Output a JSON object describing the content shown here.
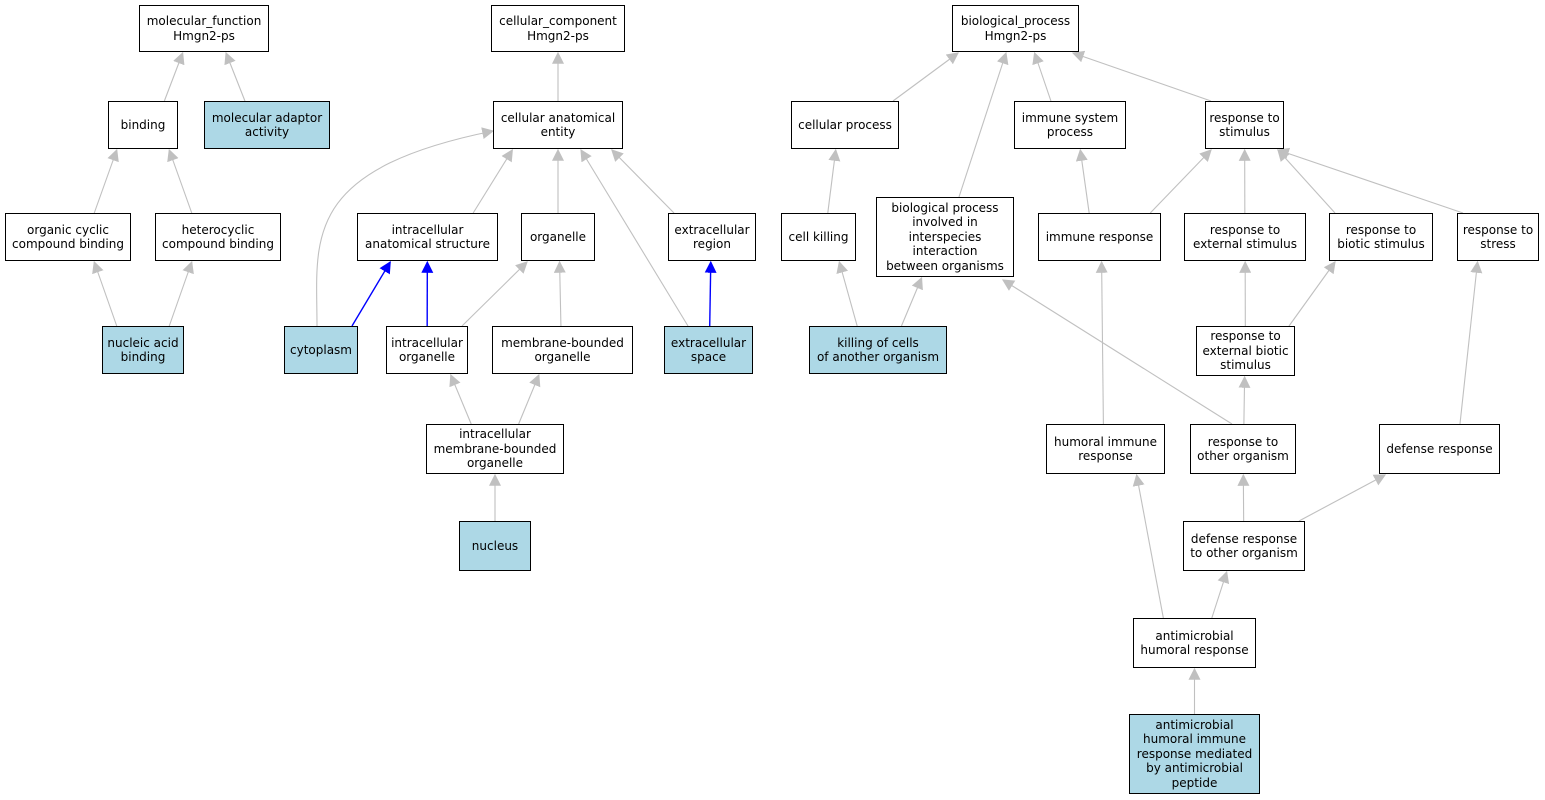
{
  "colors": {
    "highlight": "#add8e6",
    "edge_gray": "#c0c0c0",
    "edge_blue": "#0000ff"
  },
  "nodes": [
    {
      "id": "mf",
      "label": "molecular_function\nHmgn2-ps",
      "hl": false
    },
    {
      "id": "binding",
      "label": "binding",
      "hl": false
    },
    {
      "id": "adaptor",
      "label": "molecular adaptor\nactivity",
      "hl": true
    },
    {
      "id": "ocb",
      "label": "organic cyclic\ncompound binding",
      "hl": false
    },
    {
      "id": "hcb",
      "label": "heterocyclic\ncompound binding",
      "hl": false
    },
    {
      "id": "nab",
      "label": "nucleic acid\nbinding",
      "hl": true
    },
    {
      "id": "cc",
      "label": "cellular_component\nHmgn2-ps",
      "hl": false
    },
    {
      "id": "cae",
      "label": "cellular anatomical\nentity",
      "hl": false
    },
    {
      "id": "ias",
      "label": "intracellular\nanatomical structure",
      "hl": false
    },
    {
      "id": "organelle",
      "label": "organelle",
      "hl": false
    },
    {
      "id": "extreg",
      "label": "extracellular\nregion",
      "hl": false
    },
    {
      "id": "cytoplasm",
      "label": "cytoplasm",
      "hl": true
    },
    {
      "id": "intorg",
      "label": "intracellular\norganelle",
      "hl": false
    },
    {
      "id": "mbo",
      "label": "membrane-bounded\norganelle",
      "hl": false
    },
    {
      "id": "extspace",
      "label": "extracellular\nspace",
      "hl": true
    },
    {
      "id": "imbo",
      "label": "intracellular\nmembrane-bounded\norganelle",
      "hl": false
    },
    {
      "id": "nucleus",
      "label": "nucleus",
      "hl": true
    },
    {
      "id": "bp",
      "label": "biological_process\nHmgn2-ps",
      "hl": false
    },
    {
      "id": "cellproc",
      "label": "cellular process",
      "hl": false
    },
    {
      "id": "immsys",
      "label": "immune system\nprocess",
      "hl": false
    },
    {
      "id": "rts",
      "label": "response to\nstimulus",
      "hl": false
    },
    {
      "id": "cellkill",
      "label": "cell killing",
      "hl": false
    },
    {
      "id": "bpii",
      "label": "biological process\ninvolved in\ninterspecies\ninteraction\nbetween organisms",
      "hl": false
    },
    {
      "id": "immresp",
      "label": "immune response",
      "hl": false
    },
    {
      "id": "rtes",
      "label": "response to\nexternal stimulus",
      "hl": false
    },
    {
      "id": "rtbs",
      "label": "response to\nbiotic stimulus",
      "hl": false
    },
    {
      "id": "rtstress",
      "label": "response to\nstress",
      "hl": false
    },
    {
      "id": "killing",
      "label": "killing of cells\nof another organism",
      "hl": true
    },
    {
      "id": "rtebs",
      "label": "response to\nexternal biotic\nstimulus",
      "hl": false
    },
    {
      "id": "humimm",
      "label": "humoral immune\nresponse",
      "hl": false
    },
    {
      "id": "rtoo",
      "label": "response to\nother organism",
      "hl": false
    },
    {
      "id": "defresp",
      "label": "defense response",
      "hl": false
    },
    {
      "id": "drtoo",
      "label": "defense response\nto other organism",
      "hl": false
    },
    {
      "id": "amhr",
      "label": "antimicrobial\nhumoral response",
      "hl": false
    },
    {
      "id": "amhir",
      "label": "antimicrobial\nhumoral immune\nresponse mediated\nby antimicrobial\npeptide",
      "hl": true
    }
  ],
  "edges": [
    {
      "from": "binding",
      "to": "mf",
      "color": "gray"
    },
    {
      "from": "adaptor",
      "to": "mf",
      "color": "gray"
    },
    {
      "from": "ocb",
      "to": "binding",
      "color": "gray"
    },
    {
      "from": "hcb",
      "to": "binding",
      "color": "gray"
    },
    {
      "from": "nab",
      "to": "ocb",
      "color": "gray"
    },
    {
      "from": "nab",
      "to": "hcb",
      "color": "gray"
    },
    {
      "from": "cae",
      "to": "cc",
      "color": "gray"
    },
    {
      "from": "ias",
      "to": "cae",
      "color": "gray"
    },
    {
      "from": "organelle",
      "to": "cae",
      "color": "gray"
    },
    {
      "from": "extreg",
      "to": "cae",
      "color": "gray"
    },
    {
      "from": "cytoplasm",
      "to": "cae",
      "color": "gray"
    },
    {
      "from": "extspace",
      "to": "cae",
      "color": "gray"
    },
    {
      "from": "cytoplasm",
      "to": "ias",
      "color": "blue"
    },
    {
      "from": "intorg",
      "to": "ias",
      "color": "blue"
    },
    {
      "from": "intorg",
      "to": "organelle",
      "color": "gray"
    },
    {
      "from": "mbo",
      "to": "organelle",
      "color": "gray"
    },
    {
      "from": "extspace",
      "to": "extreg",
      "color": "blue"
    },
    {
      "from": "imbo",
      "to": "intorg",
      "color": "gray"
    },
    {
      "from": "imbo",
      "to": "mbo",
      "color": "gray"
    },
    {
      "from": "nucleus",
      "to": "imbo",
      "color": "gray"
    },
    {
      "from": "cellproc",
      "to": "bp",
      "color": "gray"
    },
    {
      "from": "bpii",
      "to": "bp",
      "color": "gray"
    },
    {
      "from": "immsys",
      "to": "bp",
      "color": "gray"
    },
    {
      "from": "rts",
      "to": "bp",
      "color": "gray"
    },
    {
      "from": "cellkill",
      "to": "cellproc",
      "color": "gray"
    },
    {
      "from": "immresp",
      "to": "immsys",
      "color": "gray"
    },
    {
      "from": "immresp",
      "to": "rts",
      "color": "gray"
    },
    {
      "from": "rtes",
      "to": "rts",
      "color": "gray"
    },
    {
      "from": "rtbs",
      "to": "rts",
      "color": "gray"
    },
    {
      "from": "rtstress",
      "to": "rts",
      "color": "gray"
    },
    {
      "from": "killing",
      "to": "cellkill",
      "color": "gray"
    },
    {
      "from": "killing",
      "to": "bpii",
      "color": "gray"
    },
    {
      "from": "rtebs",
      "to": "rtes",
      "color": "gray"
    },
    {
      "from": "rtebs",
      "to": "rtbs",
      "color": "gray"
    },
    {
      "from": "humimm",
      "to": "immresp",
      "color": "gray"
    },
    {
      "from": "rtoo",
      "to": "rtebs",
      "color": "gray"
    },
    {
      "from": "rtoo",
      "to": "bpii",
      "color": "gray"
    },
    {
      "from": "defresp",
      "to": "rtstress",
      "color": "gray"
    },
    {
      "from": "drtoo",
      "to": "rtoo",
      "color": "gray"
    },
    {
      "from": "drtoo",
      "to": "defresp",
      "color": "gray"
    },
    {
      "from": "amhr",
      "to": "humimm",
      "color": "gray"
    },
    {
      "from": "amhr",
      "to": "drtoo",
      "color": "gray"
    },
    {
      "from": "amhir",
      "to": "amhr",
      "color": "gray"
    }
  ]
}
